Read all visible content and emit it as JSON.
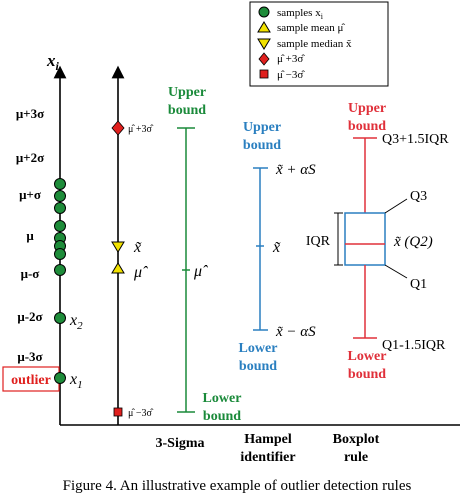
{
  "figure": {
    "caption": "Figure 4.   An illustrative example of outlier detection rules",
    "colors": {
      "ink": "#000000",
      "samples": "#1e8c3a",
      "mean": "#f2e200",
      "median": "#f2e200",
      "extreme_mark": "#e0201e",
      "three_sigma": "#1a8a3a",
      "hampel": "#2a7fc0",
      "boxplot": "#e0303a"
    }
  },
  "legend": {
    "samples": "samples x",
    "samples_sub": "i",
    "mean": "sample mean  μ̂",
    "median": "sample median  x̃",
    "upper": "μ̂ +3σ̂",
    "lower": "μ̂ −3σ̂"
  },
  "axis": {
    "title": "x",
    "title_sub": "i",
    "ticks": [
      "μ+3σ",
      "μ+2σ",
      "μ+σ",
      "μ",
      "μ-σ",
      "μ-2σ",
      "μ-3σ"
    ],
    "outlier_label": "outlier"
  },
  "labels": {
    "x2": "x",
    "x2_sub": "2",
    "x1": "x",
    "x1_sub": "1",
    "mean_plus": "μ̂ +3σ̂",
    "mean_minus": "μ̂ −3σ̂",
    "median_hat": "x̃",
    "mean_hat": "μ̂"
  },
  "three_sigma": {
    "upper": [
      "Upper",
      "bound"
    ],
    "lower": [
      "Lower",
      "bound"
    ],
    "center": "μ̂",
    "name": "3-Sigma"
  },
  "hampel": {
    "upper": [
      "Upper",
      "bound"
    ],
    "lower": [
      "Lower",
      "bound"
    ],
    "upper_expr": "x̃ + αS",
    "lower_expr": "x̃ − αS",
    "center": "x̃",
    "name": [
      "Hampel",
      "identifier"
    ]
  },
  "boxplot": {
    "upper": [
      "Upper",
      "bound"
    ],
    "lower": [
      "Lower",
      "bound"
    ],
    "upper_fence": "Q3+1.5IQR",
    "lower_fence": "Q1-1.5IQR",
    "q3": "Q3",
    "q1": "Q1",
    "q2": "x̃ (Q2)",
    "iqr": "IQR",
    "name": [
      "Boxplot",
      "rule"
    ]
  }
}
